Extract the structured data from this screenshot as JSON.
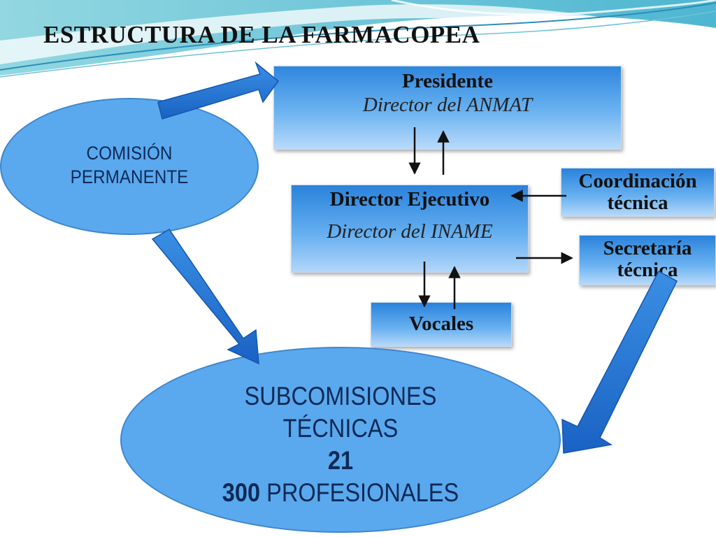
{
  "title": "ESTRUCTURA  DE LA  FARMACOPEA",
  "nodes": {
    "comision": {
      "line1": "COMISIÓN",
      "line2": "PERMANENTE"
    },
    "presidente": {
      "title": "Presidente",
      "subtitle": "Director del ANMAT"
    },
    "director_ejecutivo": {
      "title": "Director Ejecutivo",
      "subtitle": "Director del INAME"
    },
    "coordinacion": {
      "line1": "Coordinación",
      "line2": "técnica"
    },
    "secretaria": {
      "line1": "Secretaría",
      "line2": "técnica"
    },
    "vocales": {
      "title": "Vocales"
    },
    "subcomisiones": {
      "line1": "SUBCOMISIONES",
      "line2": "TÉCNICAS",
      "count": "21",
      "profesionales_count": "300",
      "profesionales_label": "PROFESIONALES"
    }
  },
  "colors": {
    "node_fill": "#5aa9ee",
    "arrow_fill": "#1f6fd0",
    "text": "#0f2a56"
  }
}
